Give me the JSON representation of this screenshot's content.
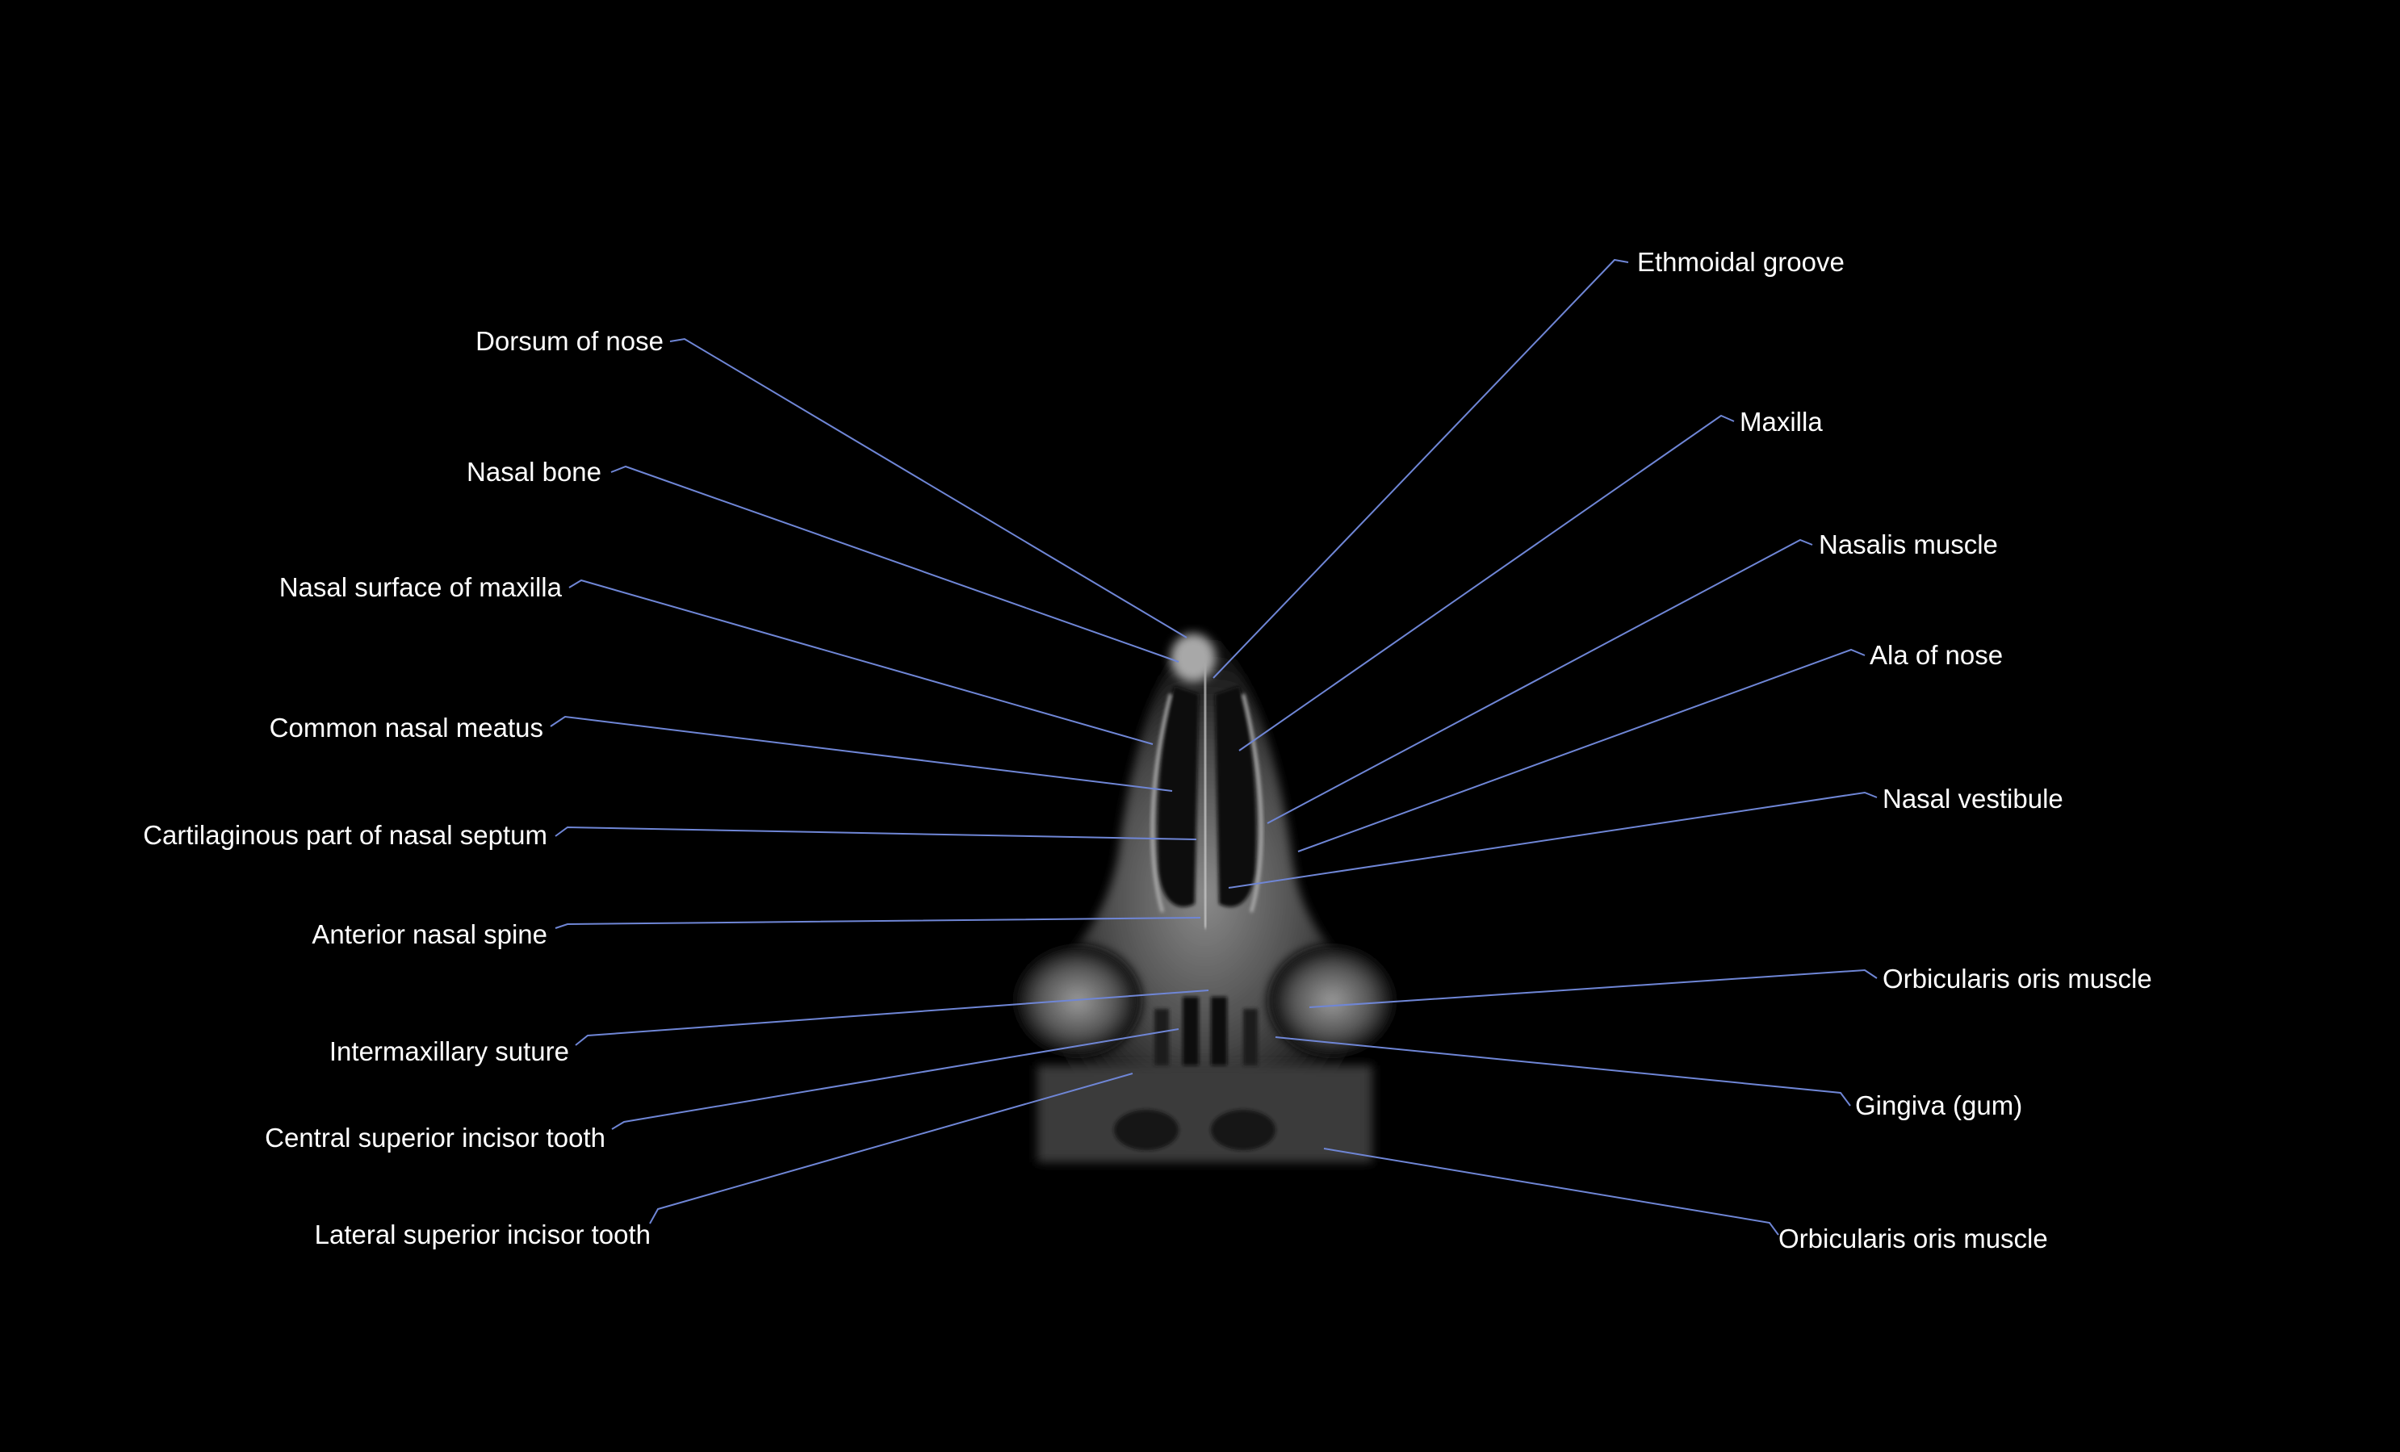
{
  "colors": {
    "background": "#000000",
    "label_text": "#ffffff",
    "leader_line": "#6f86d6"
  },
  "labels": {
    "left": [
      "Dorsum of nose",
      "Nasal bone",
      "Nasal surface of maxilla",
      "Common nasal meatus",
      "Cartilaginous part of nasal septum",
      "Anterior nasal spine",
      "Intermaxillary suture",
      "Central superior incisor tooth",
      "Lateral superior incisor tooth"
    ],
    "right": [
      "Ethmoidal groove",
      "Maxilla",
      "Nasalis muscle",
      "Ala of nose",
      "Nasal vestibule",
      "Orbicularis oris muscle",
      "Gingiva (gum)",
      "Orbicularis oris muscle"
    ]
  }
}
